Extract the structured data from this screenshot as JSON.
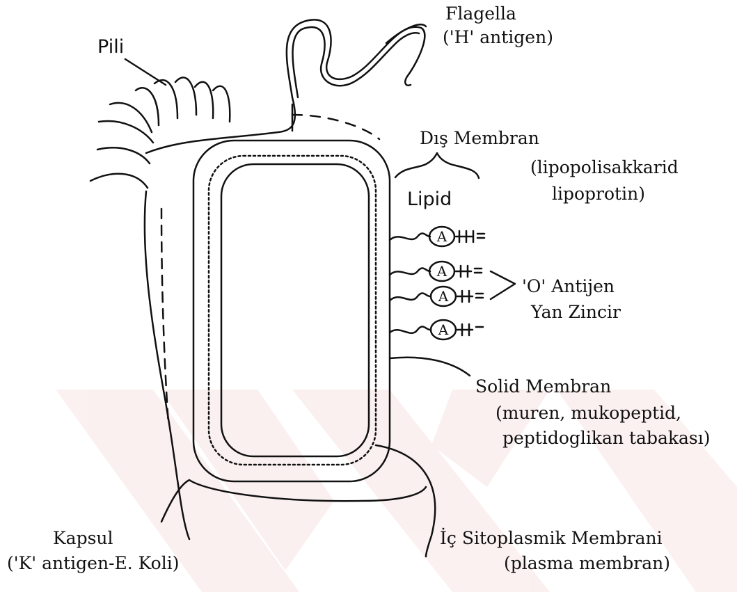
{
  "labels": {
    "flagella": "Flagella",
    "flagella_antigen": "('H' antigen)",
    "pili": "Pili",
    "dis_membran": "Dış Membran",
    "lipopolisakkarid": "(lipopolisakkarid",
    "lipoprotin": "lipoprotin)",
    "lipid": "Lipid",
    "a_mark": "A",
    "o_antijen": "'O' Antijen",
    "yan_zincir": "Yan Zincir",
    "solid_membran": "Solid Membran",
    "muren": "(muren, mukopeptid,",
    "peptidoglikan": "peptidoglikan tabakası)",
    "kapsul": "Kapsul",
    "kapsul_antigen": "('K' antigen-E. Koli)",
    "ic_sitoplasmik": "İç Sitoplasmik Membrani",
    "plasma_membran": "(plasma membran)"
  },
  "colors": {
    "ink": "#111111",
    "watermark": "#c0392b"
  }
}
